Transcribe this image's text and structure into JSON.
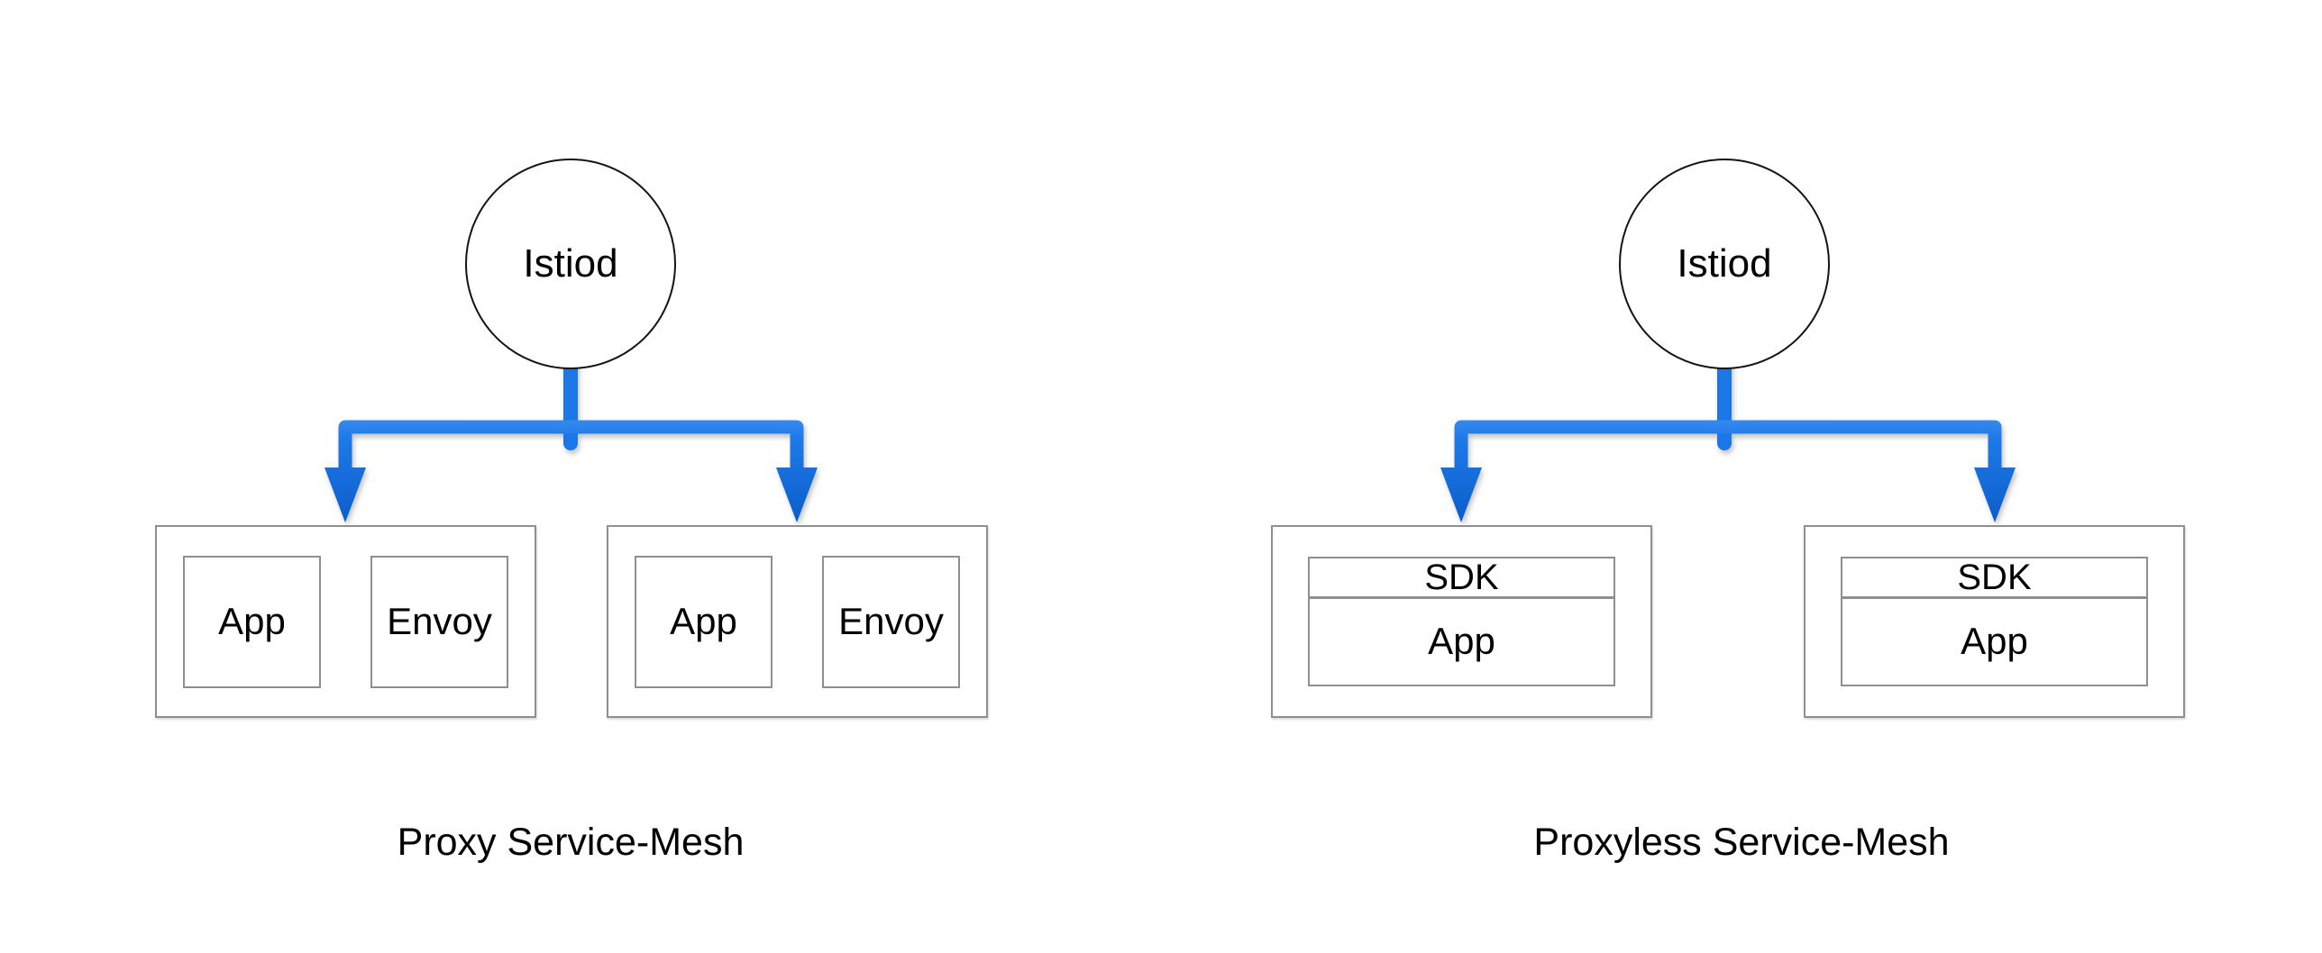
{
  "colors": {
    "arrow_blue": "#1b76e8",
    "arrow_blue_light": "#4494f0",
    "arrow_blue_dark": "#0a5cc9",
    "box_border": "#8f8f8f",
    "node_border": "#141414",
    "text": "#000000",
    "background": "#ffffff"
  },
  "diagrams": [
    {
      "node": {
        "label": "Istiod"
      },
      "caption": "Proxy Service-Mesh",
      "boxes": [
        {
          "cells": [
            "App",
            "Envoy"
          ]
        },
        {
          "cells": [
            "App",
            "Envoy"
          ]
        }
      ]
    },
    {
      "node": {
        "label": "Istiod"
      },
      "caption": "Proxyless Service-Mesh",
      "boxes": [
        {
          "header": "SDK",
          "body": "App"
        },
        {
          "header": "SDK",
          "body": "App"
        }
      ]
    }
  ]
}
